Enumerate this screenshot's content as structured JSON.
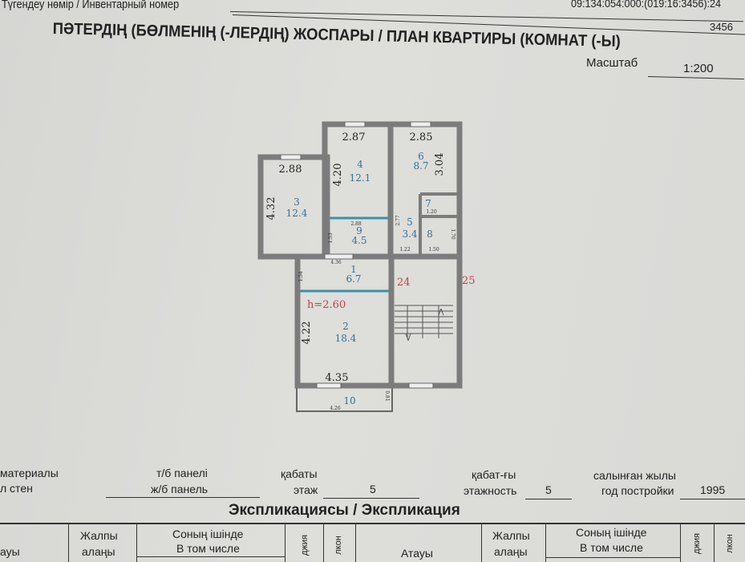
{
  "header": {
    "inventory_label": "Түгендеу нөмір / Инвентарный номер",
    "inventory_number": "09:134:054:000:(019:16:3456):24",
    "sub_number": "3456",
    "title": "ПӘТЕРДІҢ (БӨЛМЕНІҢ (-ЛЕРДІҢ) ЖОСПАРЫ / ПЛАН КВАРТИРЫ (КОМНАТ (-Ы)",
    "scale_label": "Масштаб",
    "scale_value": "1:200"
  },
  "plan": {
    "dims": {
      "r4_top": "2.87",
      "r6_top": "2.85",
      "r6_side": "3.04",
      "r3_top": "2.88",
      "r3_side": "4.32",
      "r4_side": "4.20",
      "r9_top": "2.88",
      "r9_side": "1.53",
      "r5_side": "2.77",
      "r7_w": "1.20",
      "r8_side": "1.70",
      "r5_bottom": "1.22",
      "r8_bottom": "1.50",
      "r1_top": "4.36",
      "r1_side": "1.54",
      "r2_side": "4.22",
      "r2_bottom": "4.35",
      "r10_side": "0.81",
      "r10_bottom": "4.26"
    },
    "rooms": [
      {
        "num": "1",
        "area": "6.7"
      },
      {
        "num": "2",
        "area": "18.4"
      },
      {
        "num": "3",
        "area": "12.4"
      },
      {
        "num": "4",
        "area": "12.1"
      },
      {
        "num": "5",
        "area": "3.4"
      },
      {
        "num": "6",
        "area": "8.7"
      },
      {
        "num": "7",
        "area": ""
      },
      {
        "num": "8",
        "area": ""
      },
      {
        "num": "9",
        "area": "4.5"
      },
      {
        "num": "10",
        "area": ""
      }
    ],
    "height_label": "h=2.60",
    "neighbor_24": "24",
    "neighbor_25": "25",
    "colors": {
      "wall": "#7c7c7c",
      "partition": "#3f8fa6",
      "room_num": "#3a6f94",
      "red_text": "#c0404a"
    }
  },
  "info": {
    "material_kz": "материалы",
    "material_ru": "л стен",
    "material_value_kz": "т/б панелі",
    "material_value_ru": "ж/б панель",
    "floor_kz": "қабаты",
    "floor_ru": "этаж",
    "floor_value": "5",
    "floors_kz": "қабат-ғы",
    "floors_ru": "этажность",
    "floors_value": "5",
    "year_kz": "салынған жылы",
    "year_ru": "год постройки",
    "year_value": "1995"
  },
  "explication": {
    "title": "Экспликациясы / Экспликация",
    "headers_left": {
      "name": "ауы",
      "total_kz": "Жалпы",
      "total_kz2": "алаңы",
      "incl_kz": "Соның ішінде",
      "incl_ru": "В том числе",
      "loggia": "джия",
      "balcony": "лкон"
    },
    "headers_right": {
      "name": "Атауы",
      "total_kz": "Жалпы",
      "total_kz2": "алаңы",
      "incl_kz": "Соның ішінде",
      "incl_ru": "В том числе",
      "loggia": "джия",
      "balcony": "лкон"
    }
  }
}
